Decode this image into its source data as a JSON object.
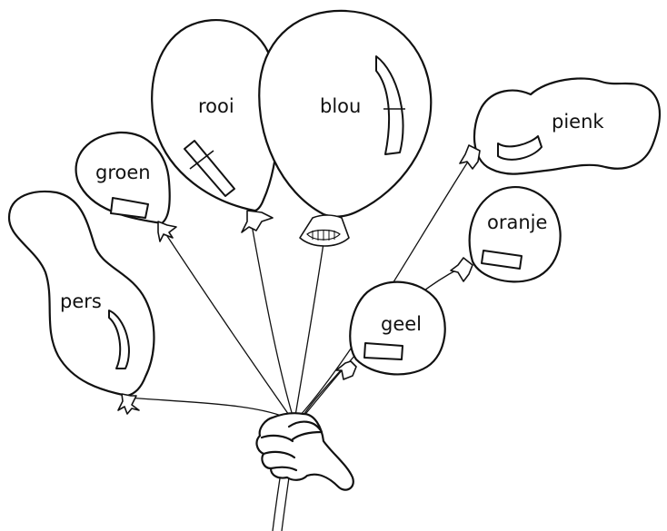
{
  "colors": {
    "line": "#111111",
    "background": "#ffffff"
  },
  "balloons": [
    {
      "label": "pers"
    },
    {
      "label": "groen"
    },
    {
      "label": "rooi"
    },
    {
      "label": "blou"
    },
    {
      "label": "pienk"
    },
    {
      "label": "oranje"
    },
    {
      "label": "geel"
    }
  ],
  "icons": {
    "hand": "hand-holding-strings-icon"
  }
}
